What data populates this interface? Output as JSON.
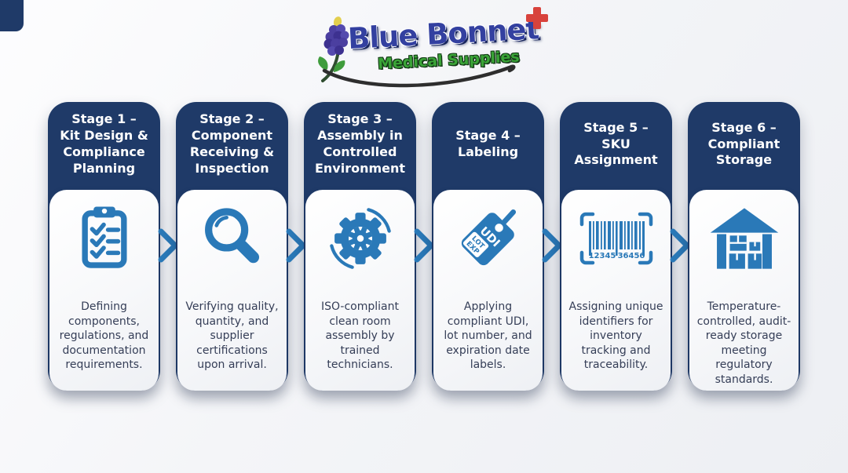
{
  "logo": {
    "brand_line1": "Blue Bonnet",
    "brand_line2": "Medical Supplies"
  },
  "colors": {
    "navy": "#1f3a68",
    "icon_blue": "#2a79b8",
    "body_text": "#353e57",
    "brand_blue": "#3340a0",
    "brand_green": "#3aa437",
    "cross_red": "#d8423c"
  },
  "stages": [
    {
      "title": "Stage 1 –\nKit Design &\nCompliance\nPlanning",
      "icon": "clipboard-checklist-icon",
      "description": "Defining components, regulations, and documentation requirements."
    },
    {
      "title": "Stage 2 –\nComponent\nReceiving &\nInspection",
      "icon": "magnifier-icon",
      "description": "Verifying quality, quantity, and supplier certifications upon arrival."
    },
    {
      "title": "Stage 3 –\nAssembly in\nControlled\nEnvironment",
      "icon": "gear-icon",
      "description": "ISO-compliant clean room assembly by trained technicians."
    },
    {
      "title": "Stage 4 –\nLabeling",
      "icon": "udi-tag-icon",
      "tag_text": "UDI",
      "tag_label_line1": "LOT",
      "tag_label_line2": "EXP",
      "description": "Applying compliant UDI, lot number, and expiration date labels."
    },
    {
      "title": "Stage 5 –\nSKU\nAssignment",
      "icon": "barcode-icon",
      "barcode_left": "12345",
      "barcode_right": "36456",
      "description": "Assigning unique identifiers for inventory tracking and traceability."
    },
    {
      "title": "Stage 6 –\nCompliant\nStorage",
      "icon": "warehouse-icon",
      "description": "Temperature-controlled, audit-ready storage meeting regulatory standards."
    }
  ]
}
